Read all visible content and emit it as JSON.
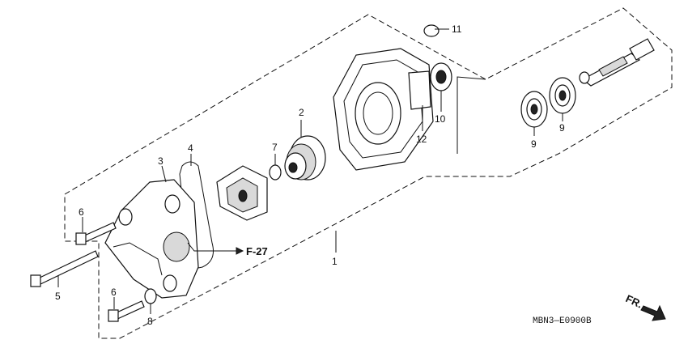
{
  "diagram": {
    "callouts": [
      {
        "id": "c1",
        "text": "1"
      },
      {
        "id": "c2",
        "text": "2"
      },
      {
        "id": "c3",
        "text": "3"
      },
      {
        "id": "c4",
        "text": "4"
      },
      {
        "id": "c5",
        "text": "5"
      },
      {
        "id": "c6a",
        "text": "6"
      },
      {
        "id": "c6b",
        "text": "6"
      },
      {
        "id": "c7",
        "text": "7"
      },
      {
        "id": "c8",
        "text": "8"
      },
      {
        "id": "c9a",
        "text": "9"
      },
      {
        "id": "c9b",
        "text": "9"
      },
      {
        "id": "c10",
        "text": "10"
      },
      {
        "id": "c11",
        "text": "11"
      },
      {
        "id": "c12",
        "text": "12"
      }
    ],
    "reference": "F-27",
    "front_label": "FR.",
    "drawing_code": "MBN3—E0900B"
  }
}
